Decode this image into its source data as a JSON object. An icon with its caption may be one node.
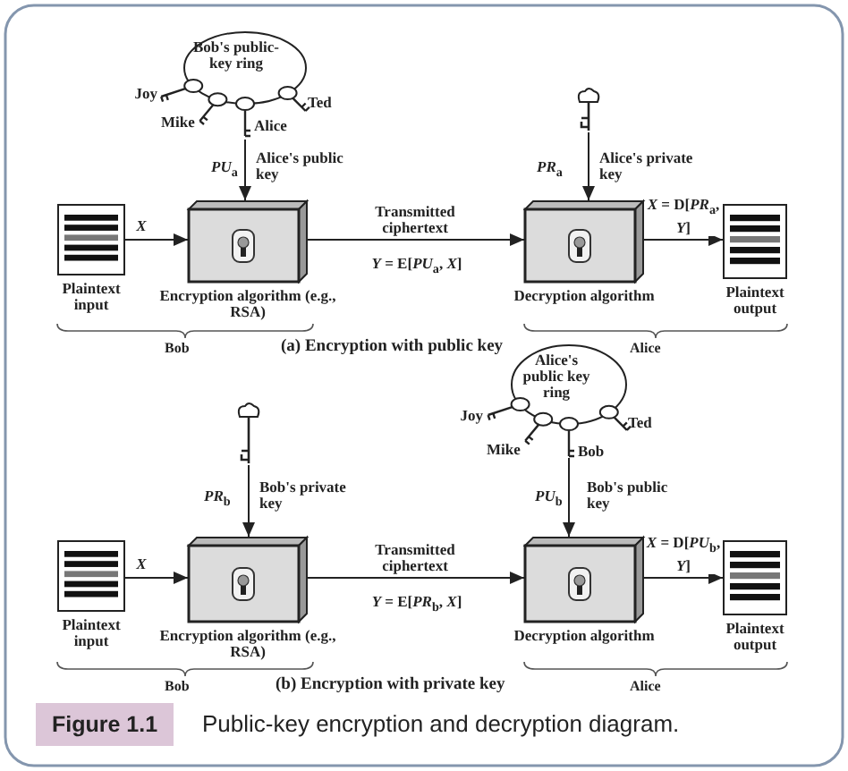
{
  "diagram": {
    "caption": "Public-key encryption and decryption diagram.",
    "nodes": [
      {
        "text": [
          "Plaintext input"
        ]
      },
      {
        "text": [
          "Encryption algorithm (e.g., RSA)"
        ]
      },
      {
        "text": [
          "Decryption algorithm"
        ]
      },
      {
        "text": [
          "Plaintext output"
        ]
      },
      {
        "text": [
          "Bob's public-key ring"
        ]
      },
      {
        "text": [],
        "shape": "key"
      },
      {
        "text": [
          "Plaintext input"
        ]
      },
      {
        "text": [
          "Encryption algorithm (e.g., RSA)"
        ]
      },
      {
        "text": [
          "Decryption algorithm"
        ]
      },
      {
        "text": [
          "Plaintext output"
        ]
      },
      {
        "text": [],
        "shape": "key"
      },
      {
        "text": [
          "Alice's public key ring"
        ]
      }
    ],
    "edges": [
      {
        "from": 0,
        "to": 1,
        "arrow": "to",
        "label": "*X*"
      },
      {
        "from": 1,
        "to": 2,
        "arrow": "to",
        "label": "Transmitted ciphertext"
      },
      {
        "from": 2,
        "to": 3,
        "arrow": "to",
        "label": "*X* = D[*PR*$_{a}$, *Y*]"
      },
      {
        "from": 4,
        "to": 1,
        "arrow": "to"
      },
      {
        "from": 5,
        "to": 2,
        "arrow": "to"
      },
      {
        "from": 6,
        "to": 7,
        "arrow": "to",
        "label": "*X*"
      },
      {
        "from": 7,
        "to": 8,
        "arrow": "to",
        "label": "Transmitted ciphertext"
      },
      {
        "from": 8,
        "to": 9,
        "arrow": "to",
        "label": "*X* = D[*PU*$_{b}$, *Y*]"
      },
      {
        "from": 10,
        "to": 7,
        "arrow": "to"
      },
      {
        "from": 11,
        "to": 8,
        "arrow": "to"
      }
    ],
    "labels": [
      "Joy",
      "Ted",
      "Mike",
      "Alice",
      "*PU*$_{a}$",
      "Alice's public key",
      "*PR*$_{a}$",
      "Alice's private key",
      "*Y* = E[*PU*$_{a}$, *X*]",
      "Bob",
      "(a) Encryption with public key",
      "Alice",
      "Joy",
      "Ted",
      "Mike",
      "Bob",
      "*PR*$_{b}$",
      "Bob's private key",
      "*PU*$_{b}$",
      "Bob's public key",
      "*Y* = E[*PR*$_{b}$, *X*]",
      "Bob",
      "(b) Encryption with private key",
      "Alice",
      "Figure 1.1"
    ]
  }
}
